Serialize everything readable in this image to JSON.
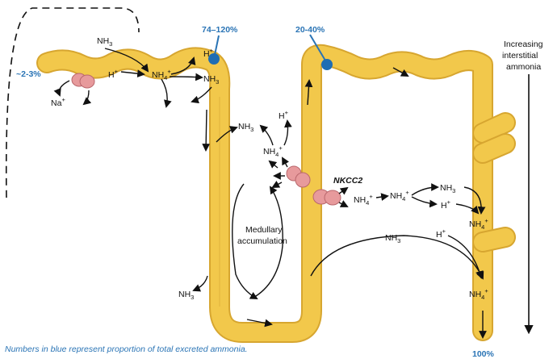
{
  "colors": {
    "tubule_fill": "#f2c84b",
    "tubule_edge": "#d7a630",
    "blue": "#2a74b5",
    "transporter": "#e79a9c"
  },
  "labels": {
    "nh3_top": "NH3",
    "h_prox": "H+",
    "nh4_prox": "NH4+",
    "h_s3": "H+",
    "nh3_s3": "NH3",
    "na": "Na+",
    "nh3_mid": "NH3",
    "h_mid": "H+",
    "nh4_mid": "NH4+",
    "nkcc2": "NKCC2",
    "nh4_trans": "NH4+",
    "nh4_int": "NH4+",
    "nh3_right": "NH3",
    "h_right": "H+",
    "nh4_cd1": "NH4+",
    "nh3_bottom": "NH3",
    "h_cd": "H+",
    "nh4_cd2": "NH4+",
    "nh3_lower": "NH3",
    "medullary_1": "Medullary",
    "medullary_2": "accumulation"
  },
  "percentages": {
    "p_prox": "~2-3%",
    "p_s3": "74–120%",
    "p_tal": "20-40%",
    "p_final": "100%"
  },
  "gradient": {
    "line1": "Increasing",
    "line2": "interstitial",
    "line3": "ammonia"
  },
  "caption": "Numbers in blue represent proportion of total excreted ammonia."
}
